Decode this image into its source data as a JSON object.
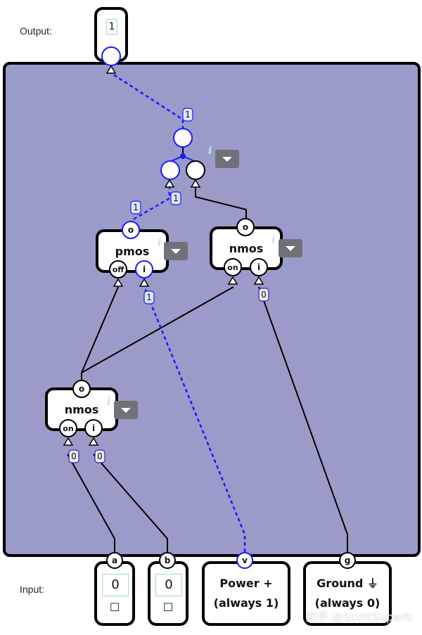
{
  "labels": {
    "output": "Output:",
    "input": "Input:"
  },
  "output": {
    "value": "1"
  },
  "inputs": [
    {
      "port": "a",
      "value": "0",
      "checkbox": "☐"
    },
    {
      "port": "b",
      "value": "0",
      "checkbox": "☐"
    }
  ],
  "sources": [
    {
      "port": "v",
      "line1": "Power +",
      "line2": "(always 1)"
    },
    {
      "port": "g",
      "line1": "Ground ⏚",
      "line2": "(always 0)"
    }
  ],
  "gates": {
    "pmos": {
      "title": "pmos",
      "out": "o",
      "in1": "off",
      "in2": "i"
    },
    "nmos_top": {
      "title": "nmos",
      "out": "o",
      "in1": "on",
      "in2": "i"
    },
    "nmos_low": {
      "title": "nmos",
      "out": "o",
      "in1": "on",
      "in2": "i"
    }
  },
  "info_glyph": "i",
  "wire_values": {
    "output_wire": "1",
    "pmos_out_a": "1",
    "pmos_out_b": "1",
    "pmos_i": "1",
    "nmos_top_i": "0",
    "nmos_low_on": "0",
    "nmos_low_i": "0"
  },
  "watermark": "知乎 @ScottSuperb",
  "colors": {
    "canvas": "#9a9bc9",
    "active_wire": "#1a1aff",
    "inactive_wire": "#000000",
    "dropdown": "#6e7177"
  }
}
